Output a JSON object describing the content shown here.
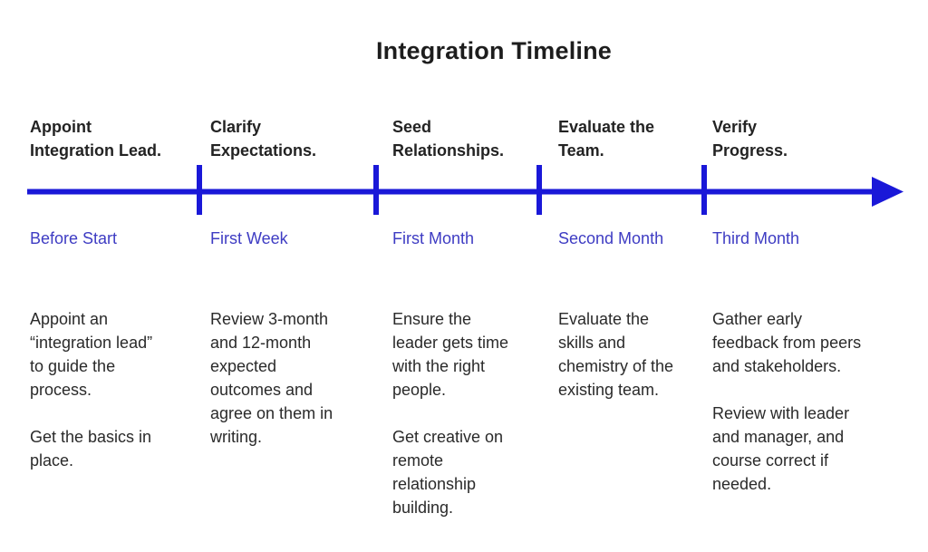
{
  "title": "Integration Timeline",
  "timeline": {
    "arrow_color": "#1a18d8",
    "period_label_color": "#3e3cc3",
    "heading_text_color": "#232323",
    "tick_count": 4,
    "stages": [
      {
        "heading": "Appoint\nIntegration Lead.",
        "period": "Before Start",
        "description": "Appoint an\n“integration lead”\nto guide the\nprocess.\n\nGet the basics in\nplace."
      },
      {
        "heading": "Clarify\nExpectations.",
        "period": "First Week",
        "description": "Review 3-month\nand 12-month\nexpected\noutcomes and\nagree on them in\nwriting."
      },
      {
        "heading": "Seed\nRelationships.",
        "period": "First Month",
        "description": "Ensure the\nleader gets time\nwith the right\npeople.\n\nGet creative on\nremote\nrelationship\nbuilding."
      },
      {
        "heading": "Evaluate the\nTeam.",
        "period": "Second Month",
        "description": "Evaluate the\nskills and\nchemistry of the\nexisting team."
      },
      {
        "heading": "Verify\nProgress.",
        "period": "Third Month",
        "description": "Gather early\nfeedback from peers\nand stakeholders.\n\nReview with leader\nand manager, and\ncourse correct if\nneeded."
      }
    ]
  }
}
